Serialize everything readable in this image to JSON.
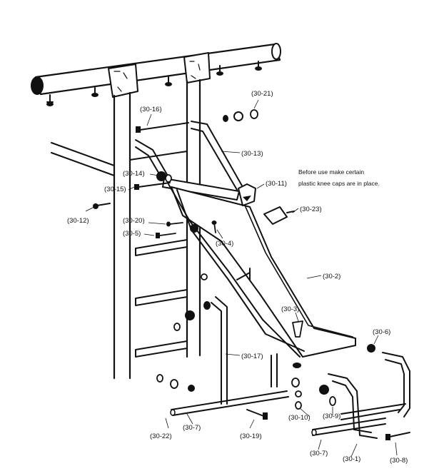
{
  "note": {
    "line1": "Before use make certain",
    "line2": "plastic knee caps are in place."
  },
  "labels": {
    "p30_1": "(30-1)",
    "p30_2": "(30-2)",
    "p30_3": "(30-3)",
    "p30_4": "(30-4)",
    "p30_5": "(30-5)",
    "p30_6": "(30-6)",
    "p30_7a": "(30-7)",
    "p30_7b": "(30-7)",
    "p30_8": "(30-8)",
    "p30_9": "(30-9)",
    "p30_10": "(30-10)",
    "p30_11": "(30-11)",
    "p30_12": "(30-12)",
    "p30_13": "(30-13)",
    "p30_14": "(30-14)",
    "p30_15": "(30-15)",
    "p30_16": "(30-16)",
    "p30_17": "(30-17)",
    "p30_19": "(30-19)",
    "p30_20": "(30-20)",
    "p30_21": "(30-21)",
    "p30_22": "(30-22)",
    "p30_23": "(30-23)"
  }
}
